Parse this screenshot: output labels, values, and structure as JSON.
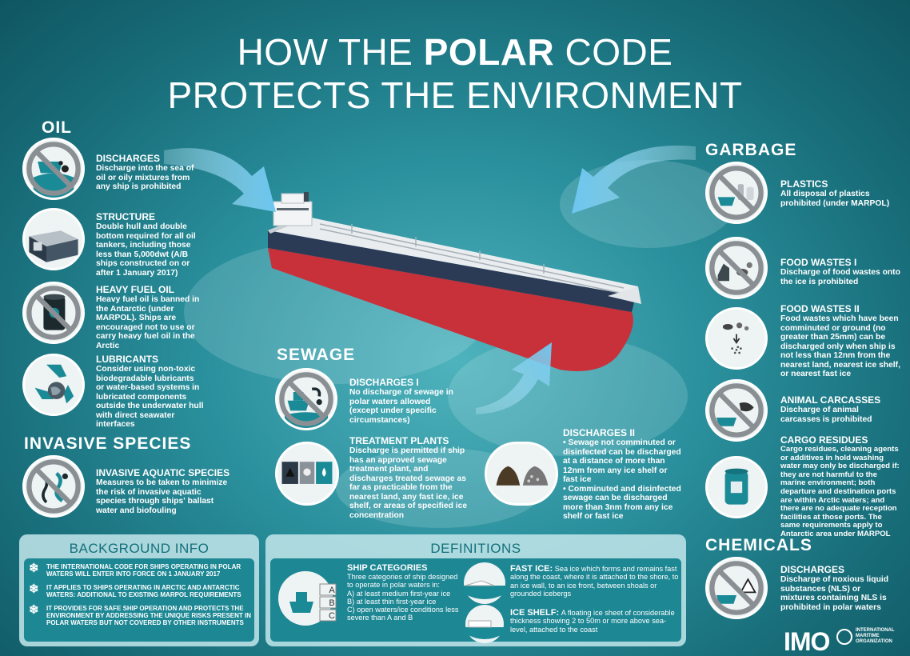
{
  "title": {
    "line1_pre": "HOW THE ",
    "line1_bold": "POLAR",
    "line1_post": " CODE",
    "line2": "PROTECTS THE ENVIRONMENT"
  },
  "oil": {
    "heading": "OIL",
    "items": [
      {
        "title": "DISCHARGES",
        "body": "Discharge into the sea of oil or oily mixtures from any ship is prohibited",
        "icon": "oil-discharge-icon"
      },
      {
        "title": "STRUCTURE",
        "body": "Double hull and double bottom required for all oil tankers, including those less than 5,000dwt (A/B ships constructed on or after 1 January 2017)",
        "icon": "double-hull-icon"
      },
      {
        "title": "HEAVY FUEL OIL",
        "body": "Heavy fuel oil is banned in the Antarctic (under MARPOL). Ships are encouraged not to use or carry heavy fuel oil in the Arctic",
        "icon": "fuel-barrel-icon"
      },
      {
        "title": "LUBRICANTS",
        "body": "Consider using non-toxic biodegradable lubricants or water-based systems in lubricated components outside the underwater hull with direct seawater interfaces",
        "icon": "recycle-globe-icon"
      }
    ]
  },
  "invasive": {
    "heading": "INVASIVE SPECIES",
    "items": [
      {
        "title": "INVASIVE AQUATIC SPECIES",
        "body": "Measures to be taken to minimize the risk of invasive aquatic species through ships' ballast water and biofouling",
        "icon": "aquatic-species-icon"
      }
    ]
  },
  "sewage": {
    "heading": "SEWAGE",
    "items": [
      {
        "title": "DISCHARGES I",
        "body": "No discharge of sewage in polar waters allowed (except under specific circumstances)",
        "icon": "sewage-discharge-icon"
      },
      {
        "title": "TREATMENT PLANTS",
        "body": "Discharge is permitted if ship has an approved sewage treatment plant, and discharges treated sewage as far as practicable from the nearest land, any fast ice, ice shelf, or areas of specified ice concentration",
        "icon": "treatment-plant-icon"
      },
      {
        "title": "DISCHARGES II",
        "body1": "• Sewage not comminuted or disinfected can be discharged at a distance of more than 12nm from any ice shelf or fast ice",
        "body2": "• Comminuted and disinfected sewage can be discharged more than 3nm from any ice shelf or fast ice",
        "icon": "sewage-pile-icon"
      }
    ]
  },
  "garbage": {
    "heading": "GARBAGE",
    "items": [
      {
        "title": "PLASTICS",
        "body": "All disposal of plastics prohibited (under MARPOL)",
        "icon": "plastics-icon"
      },
      {
        "title": "FOOD WASTES I",
        "body": "Discharge of food wastes onto the ice is prohibited",
        "icon": "food-waste-icon"
      },
      {
        "title": "FOOD WASTES II",
        "body": "Food wastes which have been comminuted or ground (no greater than 25mm) can be discharged only when ship is not less than 12nm from the nearest land, nearest ice shelf, or nearest fast ice",
        "icon": "ground-food-icon"
      },
      {
        "title": "ANIMAL CARCASSES",
        "body": "Discharge of animal carcasses is prohibited",
        "icon": "animal-carcass-icon"
      },
      {
        "title": "CARGO RESIDUES",
        "body": "Cargo residues, cleaning agents or additives in hold washing water may only be discharged if: they are not harmful to the marine environment; both departure and destination ports are within Arctic waters; and there are no adequate reception facilities at those ports. The same requirements apply to Antarctic area under MARPOL",
        "icon": "cargo-drum-icon"
      }
    ]
  },
  "chemicals": {
    "heading": "CHEMICALS",
    "items": [
      {
        "title": "DISCHARGES",
        "body": "Discharge of noxious liquid substances (NLS) or mixtures containing NLS is prohibited in polar waters",
        "icon": "chemical-hazard-icon"
      }
    ]
  },
  "background": {
    "heading": "BACKGROUND INFO",
    "rows": [
      "THE INTERNATIONAL CODE FOR SHIPS OPERATING IN POLAR WATERS WILL ENTER INTO FORCE ON 1 JANUARY 2017",
      "IT APPLIES TO SHIPS OPERATING IN ARCTIC AND ANTARCTIC WATERS: ADDITIONAL TO EXISTING MARPOL REQUIREMENTS",
      "IT PROVIDES FOR SAFE SHIP OPERATION AND PROTECTS THE ENVIRONMENT BY ADDRESSING THE UNIQUE RISKS PRESENT IN POLAR WATERS BUT NOT COVERED BY OTHER INSTRUMENTS"
    ]
  },
  "definitions": {
    "heading": "DEFINITIONS",
    "ship_categories": {
      "title": "SHIP CATEGORIES",
      "intro": "Three categories of ship designed to operate in polar waters in:",
      "a": "A) at least medium first-year ice",
      "b": "B) at least thin first-year ice",
      "c": "C) open waters/ice conditions less severe than A and B",
      "labels": [
        "A",
        "B",
        "C"
      ]
    },
    "fast_ice": {
      "term": "FAST ICE:",
      "text": "Sea ice which forms and remains fast along the coast, where it is attached to the shore, to an ice wall, to an ice front, between shoals or grounded icebergs"
    },
    "ice_shelf": {
      "term": "ICE SHELF:",
      "text": "A floating ice sheet of considerable thickness showing 2 to 50m or more above sea-level, attached to the coast"
    }
  },
  "logo": {
    "text": "IMO",
    "sub": "INTERNATIONAL MARITIME ORGANIZATION"
  },
  "colors": {
    "teal": "#1d8794",
    "panel": "#bee4e8",
    "prohibit": "#8a8f93",
    "dark": "#1c2a2e"
  }
}
